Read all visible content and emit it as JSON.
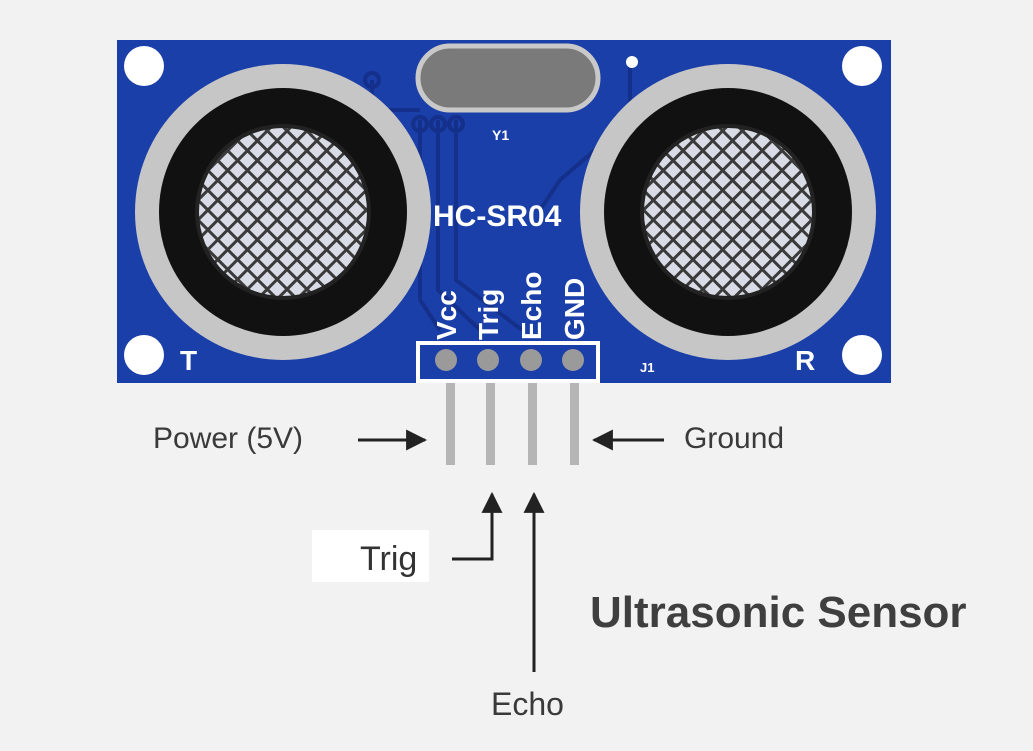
{
  "title": "Ultrasonic Sensor",
  "board": {
    "model": "HC-SR04",
    "crystal_label": "Y1",
    "connector_label": "J1",
    "transmitter_label": "T",
    "receiver_label": "R",
    "board_color": "#1a3fa8",
    "pins": [
      "Vcc",
      "Trig",
      "Echo",
      "GND"
    ]
  },
  "callouts": {
    "power": "Power (5V)",
    "ground": "Ground",
    "trig": "Trig",
    "echo": "Echo"
  }
}
